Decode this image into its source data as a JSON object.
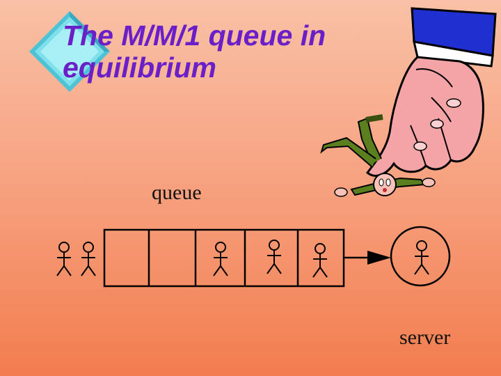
{
  "slide": {
    "title": "The M/M/1 queue in equilibrium",
    "title_color": "#6a1fc8",
    "background_top": "#f9c1a6",
    "background_bottom": "#f27d4e"
  },
  "diagram": {
    "queue_label": "queue",
    "server_label": "server",
    "arriving_people": 2,
    "queue_slots": 5,
    "occupied_slots": [
      3,
      4,
      5
    ],
    "server_busy": true
  },
  "clipart": {
    "decoration": "diamond-bullet-icon",
    "illustration": "hand-holding-person-icon"
  }
}
